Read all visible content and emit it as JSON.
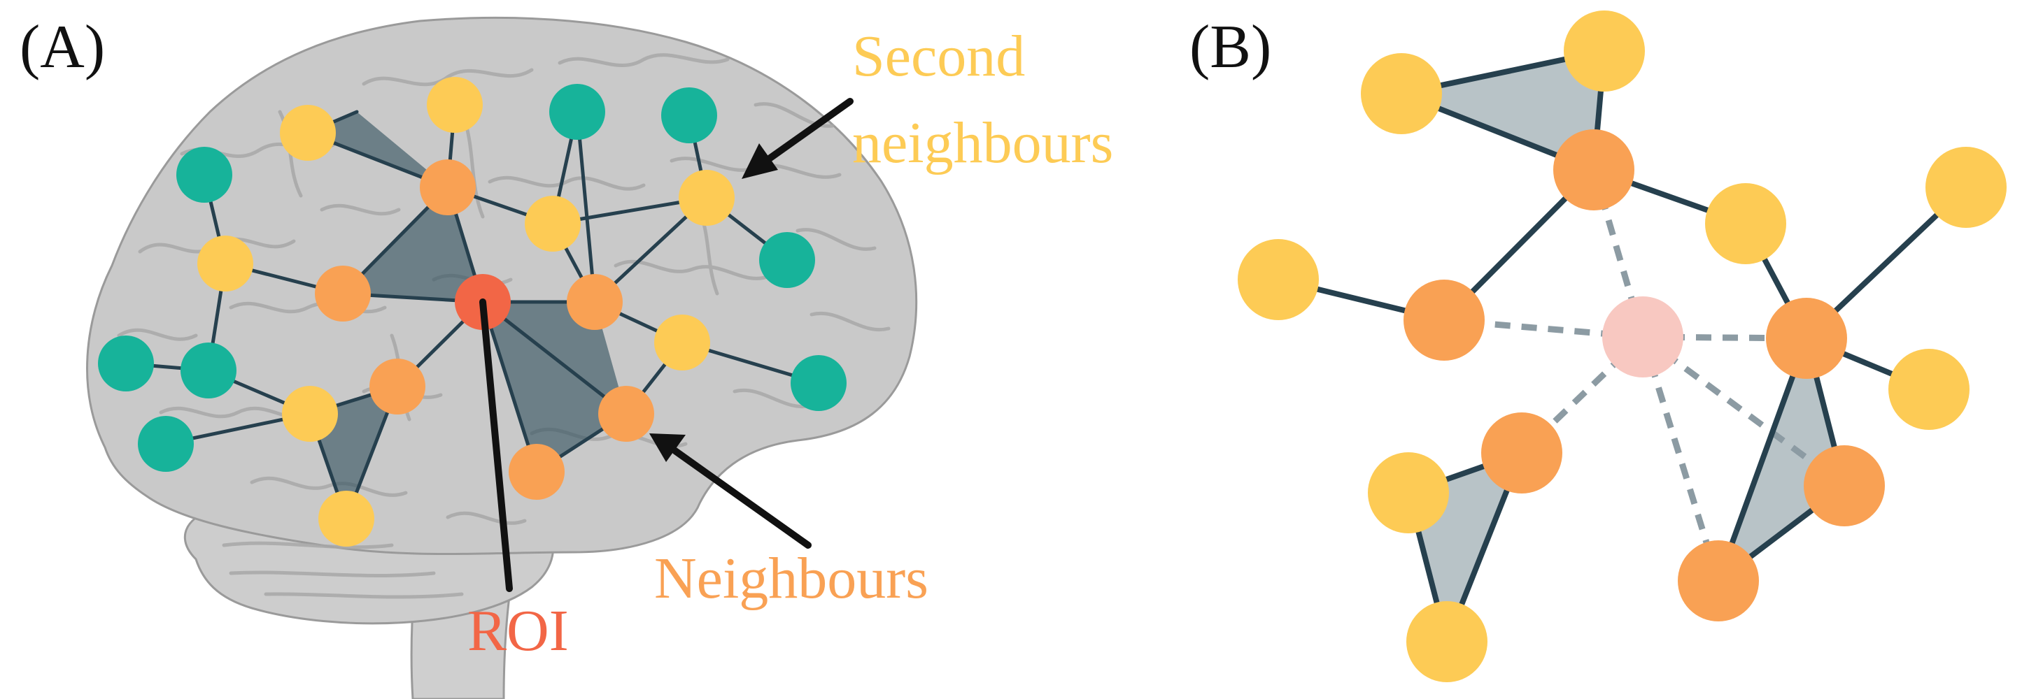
{
  "panel_a": {
    "label": "(A)",
    "annotations": {
      "second_line1": "Second",
      "second_line2": "neighbours",
      "neighbours": "Neighbours",
      "roi": "ROI"
    }
  },
  "panel_b": {
    "label": "(B)"
  },
  "colors": {
    "roi": "#F26646",
    "neighbour": "#F9A154",
    "second": "#FDCB55",
    "other": "#17B39A",
    "edge": "#26404E",
    "triangle": "#2F4F5C",
    "roi_faded": "#F8C8C1",
    "dashed": "#8C9BA3",
    "brain": "#C9C9C9"
  },
  "legend_node_types": [
    "roi",
    "neighbour",
    "second",
    "other"
  ]
}
